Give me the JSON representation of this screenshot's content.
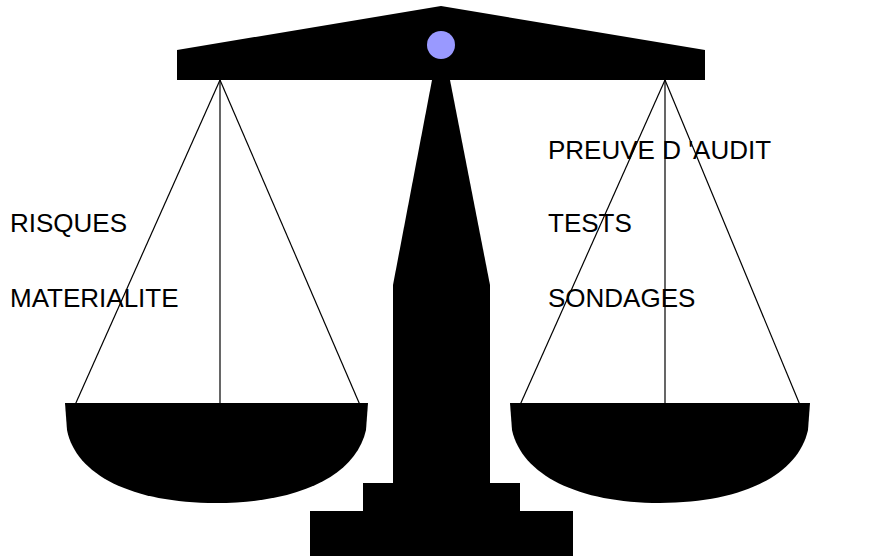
{
  "diagram": {
    "labels": [
      "PREUVE D 'AUDIT",
      "RISQUES",
      "TESTS",
      "MATERIALITE",
      "SONDAGES"
    ]
  }
}
